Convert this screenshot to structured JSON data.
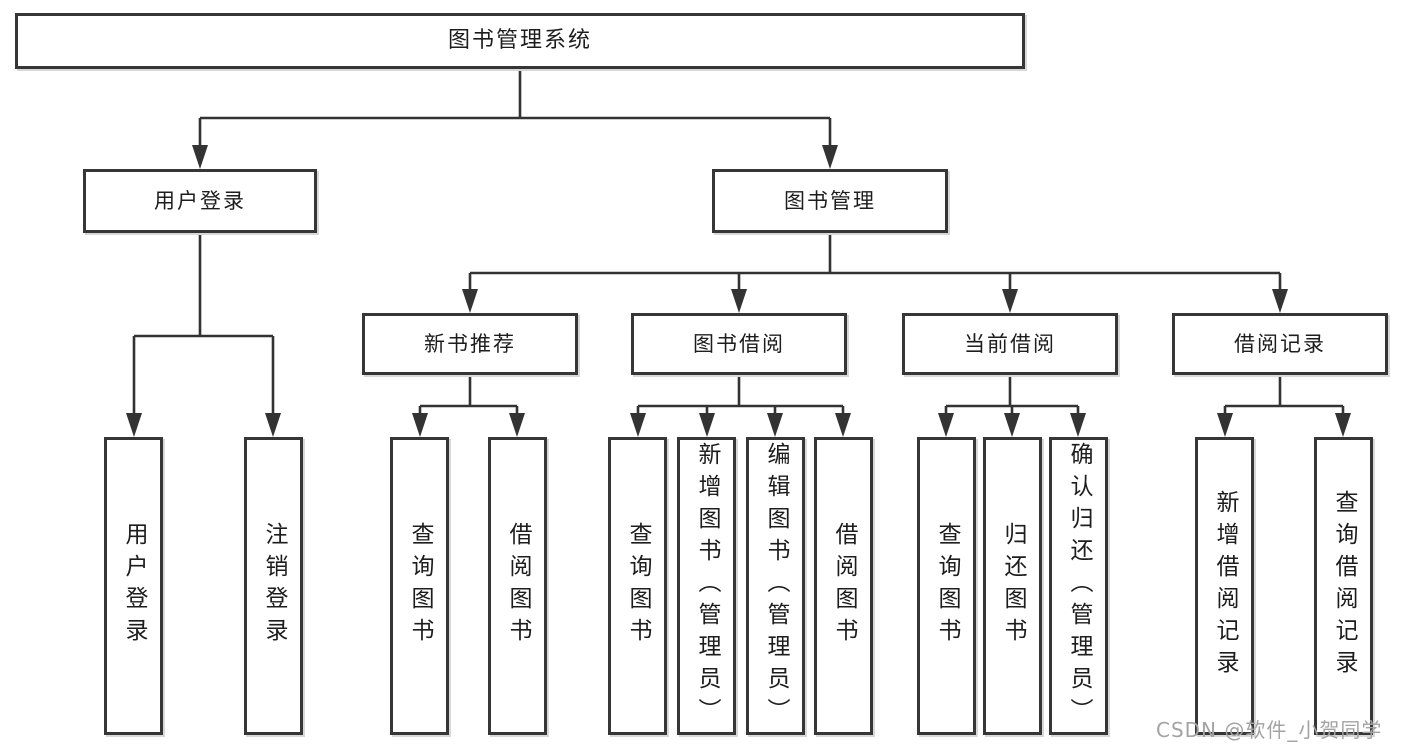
{
  "page": {
    "background": "#ffffff"
  },
  "colors": {
    "line": "#333333",
    "box_border": "#363636",
    "box_fill": "#ffffff",
    "text": "#1d1d1d",
    "watermark": "#a3a3a3"
  },
  "nodes": {
    "root": {
      "label": "图书管理系统"
    },
    "user_login": {
      "label": "用户登录"
    },
    "book_management": {
      "label": "图书管理"
    },
    "new_book_recommend": {
      "label": "新书推荐"
    },
    "book_borrow": {
      "label": "图书借阅"
    },
    "current_borrow": {
      "label": "当前借阅"
    },
    "borrow_record": {
      "label": "借阅记录"
    },
    "leaf_user_login": {
      "label": "用户登录"
    },
    "leaf_logout_login": {
      "label": "注销登录"
    },
    "leaf_query_book_recommend": {
      "label": "查询图书"
    },
    "leaf_borrow_book_recommend": {
      "label": "借阅图书"
    },
    "leaf_query_book_borrow": {
      "label": "查询图书"
    },
    "leaf_add_book_admin": {
      "label": "新增图书（管理员）"
    },
    "leaf_edit_book_admin": {
      "label": "编辑图书（管理员）"
    },
    "leaf_borrow_book_borrow": {
      "label": "借阅图书"
    },
    "leaf_query_book_current": {
      "label": "查询图书"
    },
    "leaf_return_book": {
      "label": "归还图书"
    },
    "leaf_confirm_return_admin": {
      "label": "确认归还（管理员）"
    },
    "leaf_add_borrow_record": {
      "label": "新增借阅记录"
    },
    "leaf_query_borrow_record": {
      "label": "查询借阅记录"
    }
  },
  "watermark": {
    "text": "CSDN @软件_小贺同学"
  }
}
